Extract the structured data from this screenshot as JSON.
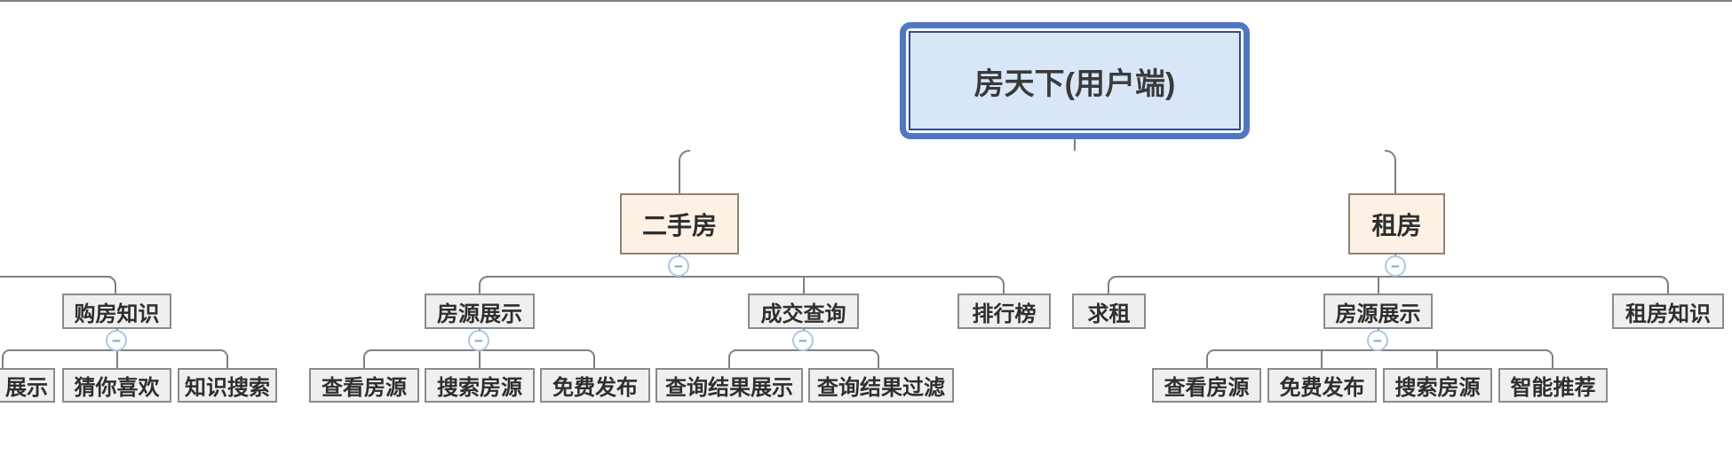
{
  "diagram": {
    "type": "mindmap",
    "collapse_glyph": "−",
    "root": {
      "label": "房天下(用户端)"
    },
    "branches": [
      {
        "label": "二手房",
        "children": [
          {
            "label": "房源展示",
            "children": [
              {
                "label": "查看房源"
              },
              {
                "label": "搜索房源"
              },
              {
                "label": "免费发布"
              }
            ]
          },
          {
            "label": "成交查询",
            "children": [
              {
                "label": "查询结果展示"
              },
              {
                "label": "查询结果过滤"
              }
            ]
          },
          {
            "label": "排行榜"
          }
        ]
      },
      {
        "label": "租房",
        "children": [
          {
            "label": "求租"
          },
          {
            "label": "房源展示",
            "children": [
              {
                "label": "查看房源"
              },
              {
                "label": "免费发布"
              },
              {
                "label": "搜索房源"
              },
              {
                "label": "智能推荐"
              }
            ]
          },
          {
            "label": "租房知识"
          }
        ]
      }
    ],
    "left_clipped_group": {
      "children": [
        {
          "label": "购房知识",
          "children": [
            {
              "label": "展示"
            },
            {
              "label": "猜你喜欢"
            },
            {
              "label": "知识搜索"
            }
          ]
        }
      ]
    },
    "colors": {
      "connector": "#808080",
      "node_fill": "#efefef",
      "node_border": "#8b8b8b",
      "branch_fill": "#fdf1e5",
      "branch_border": "#8e8378",
      "root_fill": "#d9e6f8",
      "root_border": "#5177c1",
      "root_inner_border": "#2e4c8c",
      "collapse_border": "#abc8ea",
      "collapse_glyph_color": "#7ba0cc"
    }
  }
}
